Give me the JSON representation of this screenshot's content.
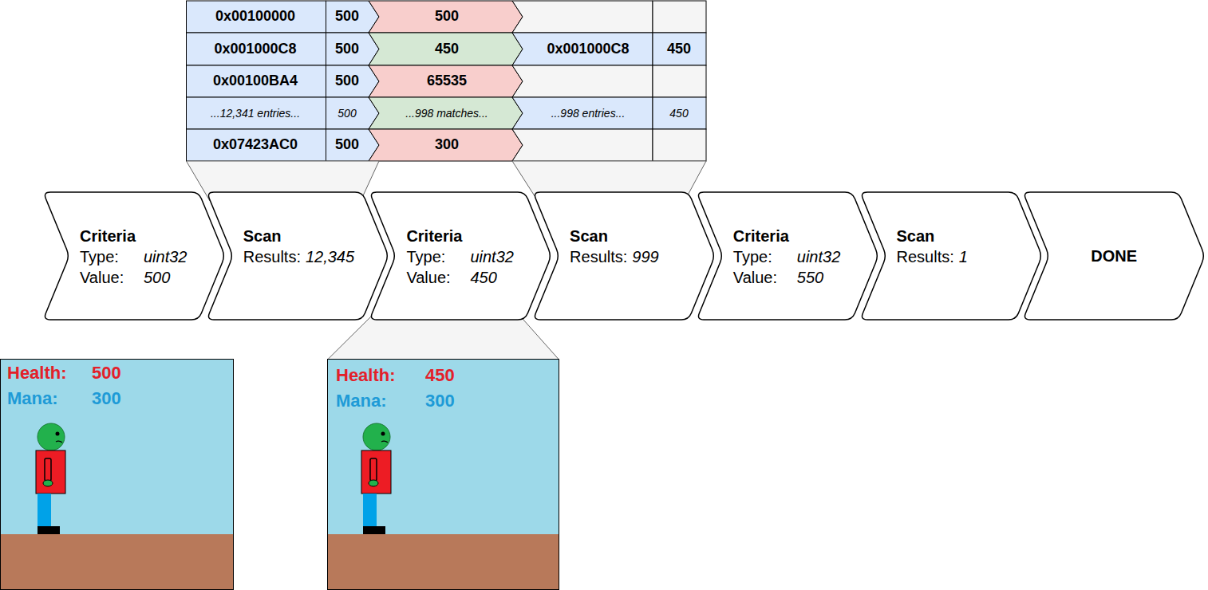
{
  "diagram": {
    "nodes": [
      {
        "text": [
          "Criteria",
          "Type:",
          "uint32",
          "Value:",
          "500"
        ]
      },
      {
        "text": [
          "Scan",
          "Results:",
          "12,345"
        ]
      },
      {
        "text": [
          "Criteria",
          "Type:",
          "uint32",
          "Value:",
          "450"
        ]
      },
      {
        "text": [
          "Scan",
          "Results:",
          "999"
        ]
      },
      {
        "text": [
          "Criteria",
          "Type:",
          "uint32",
          "Value:",
          "550"
        ]
      },
      {
        "text": [
          "Scan",
          "Results:",
          "1"
        ]
      },
      {
        "text": [
          "DONE"
        ]
      }
    ],
    "labels": [
      "0x00100000",
      "500",
      "500",
      "0x001000C8",
      "500",
      "450",
      "0x001000C8",
      "450",
      "0x00100BA4",
      "500",
      "65535",
      "...12,341 entries...",
      "500",
      "...998 matches...",
      "...998 entries...",
      "450",
      "0x07423AC0",
      "500",
      "300",
      "Health:",
      "500",
      "Mana:",
      "300",
      "Health:",
      "450",
      "Mana:",
      "300"
    ]
  }
}
